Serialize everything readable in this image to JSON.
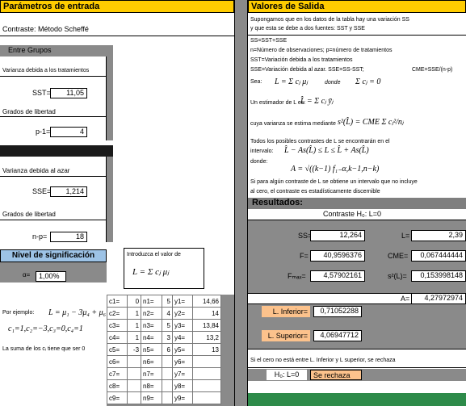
{
  "left": {
    "header": "Parámetros de entrada",
    "contraste": "Contraste: Método Scheffé",
    "entre_grupos_title": "Entre Grupos",
    "varianza_tratamientos": "Varianza debida a los tratamientos",
    "sst_label": "SST=",
    "sst_value": "11,05",
    "grados1": "Grados de libertad",
    "p1_label": "p-1=",
    "p1_value": "4",
    "varianza_azar": "Varianza debida al azar",
    "sse_label": "SSE=",
    "sse_value": "1,214",
    "grados2": "Grados de libertad",
    "np_label": "n-p=",
    "np_value": "18",
    "nivel_title": "Nivel de significación",
    "alpha_symbol": "α=",
    "alpha_value": "1,00%",
    "introduzca": "Introduzca el valor de",
    "formula_L": "L = Σ cⱼ μⱼ",
    "por_ejemplo": "Por ejemplo:",
    "ejemplo_formula": "L = μ₁ − 3μ₄ + μ₆",
    "ejemplo_coefs": "c₁=1,c₂=−3,c₃=0,c₄=1",
    "suma_ci": "La suma de los cᵢ tiene que ser 0"
  },
  "table": {
    "rows": [
      [
        "c1=",
        "0",
        "n1=",
        "5",
        "y1=",
        "14,66"
      ],
      [
        "c2=",
        "1",
        "n2=",
        "4",
        "y2=",
        "14"
      ],
      [
        "c3=",
        "1",
        "n3=",
        "5",
        "y3=",
        "13,84"
      ],
      [
        "c4=",
        "1",
        "n4=",
        "3",
        "y4=",
        "13,2"
      ],
      [
        "c5=",
        "-3",
        "n5=",
        "6",
        "y5=",
        "13"
      ],
      [
        "c6=",
        "",
        "n6=",
        "",
        "y6=",
        ""
      ],
      [
        "c7=",
        "",
        "n7=",
        "",
        "y7=",
        ""
      ],
      [
        "c8=",
        "",
        "n8=",
        "",
        "y8=",
        ""
      ],
      [
        "c9=",
        "",
        "n9=",
        "",
        "y9=",
        ""
      ]
    ]
  },
  "right": {
    "header": "Valores de Salida",
    "supongamos1": "Supongamos que en los datos de la tabla hay una variación SS",
    "supongamos2": "y que esta se debe a dos fuentes: SST y SSE",
    "ss_eq": "SS=SST+SSE",
    "n_obs": "n=Número de observaciones; p=número de tratamientos",
    "sst_def": "SST=Variación debida a los tratamientos",
    "sse_def": "SSE=Variación debida al azar. SSE=SS-SST;",
    "cme_def": "CME=SSE/(n-p)",
    "sea": "Sea:",
    "sea_formula": "L = Σ cⱼ μⱼ",
    "donde1": "donde",
    "donde_formula": "Σ cⱼ = 0",
    "estimador": "Un estimador de L es:",
    "estimador_formula": "L̂ = Σ cⱼ ȳⱼ",
    "varianza_est": "cuya varianza se estima mediante",
    "varianza_formula": "s²(L̂) = CME Σ cⱼ²/nⱼ",
    "todos1": "Todos los posibles contrastes de L se encontrarán en el",
    "intervalo": "intervalo:",
    "intervalo_formula": "L̂ − As(L̂) ≤ L ≤ L̂ + As(L̂)",
    "donde2": "donde:",
    "A_formula": "A = √((k−1) f₁₋α,k−1,n−k)",
    "si_para1": "Si para algún contraste de L se obtiene un intervalo que no incluye",
    "si_para2": "al cero, el contraste es estadísticamente discernible",
    "resultados": "Resultados:",
    "contraste_h0": "Contraste H₀: L=0",
    "ss_label": "SS=",
    "ss_value": "12,264",
    "l_label": "L=",
    "l_value": "2,39",
    "f_label": "F=",
    "f_value": "40,9596376",
    "cme_label": "CME=",
    "cme_value": "0,067444444",
    "fmax_label": "Fₘₐₓ=",
    "fmax_value": "4,57902161",
    "s2l_label": "s²(L)=",
    "s2l_value": "0,153998148",
    "a_label": "A=",
    "a_value": "4,27972974",
    "linf_label": "L. Inferior=",
    "linf_value": "0,71052288",
    "lsup_label": "L. Superior=",
    "lsup_value": "4,06947712",
    "si_cero": "Si el cero no está entre L. Inferior y L superior, se rechaza",
    "h0_label": "H₀: L=0",
    "decision": "Se rechaza"
  },
  "colors": {
    "header": "#ffcc00",
    "dark_bar": "#1a1a1a",
    "gray_divider": "#8a8a8a",
    "resultados_bg": "#7f7f7f",
    "orange_cell": "#fcc28c",
    "green_bar": "#2e8b4a",
    "nivel_bg": "#9dc3e6"
  }
}
